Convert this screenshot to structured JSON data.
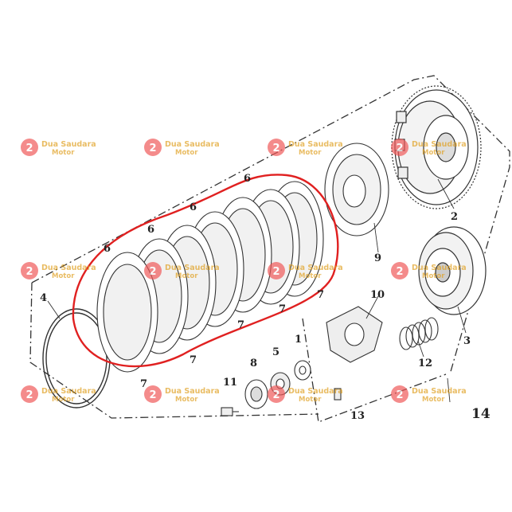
{
  "callouts": {
    "c1": "1",
    "c2": "2",
    "c3": "3",
    "c4": "4",
    "c5": "5",
    "c6a": "6",
    "c6b": "6",
    "c6c": "6",
    "c6d": "6",
    "c7a": "7",
    "c7b": "7",
    "c7c": "7",
    "c7d": "7",
    "c7e": "7",
    "c8": "8",
    "c9": "9",
    "c10": "10",
    "c11": "11",
    "c12": "12",
    "c13": "13",
    "c14": "14"
  },
  "watermark": {
    "line1": "Dua Saudara",
    "line2": "Motor",
    "logo_digit": "2",
    "color_text": "#e0a020",
    "color_logo": "#f05a5a"
  },
  "colors": {
    "line": "#333333",
    "highlight": "#e02020"
  }
}
